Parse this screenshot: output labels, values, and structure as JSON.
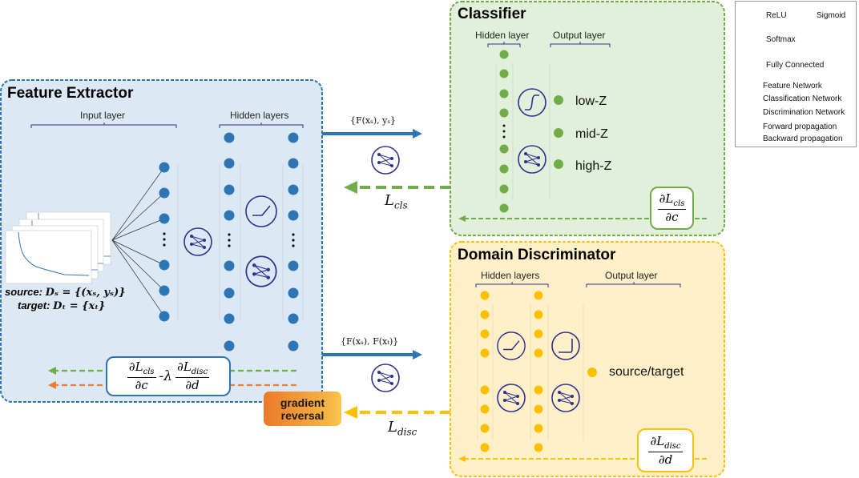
{
  "legend": {
    "items": [
      {
        "icon": "relu-icon",
        "label": "ReLU"
      },
      {
        "icon": "sigmoid-icon",
        "label": "Sigmoid"
      },
      {
        "icon": "softmax-icon",
        "label": "Softmax"
      },
      {
        "icon": "fully-connected-icon",
        "label": "Fully Connected"
      }
    ],
    "networks": [
      {
        "label": "Feature Network",
        "color": "#5b9bd5"
      },
      {
        "label": "Classification Network",
        "color": "#70ad47"
      },
      {
        "label": "Discrimination Network",
        "color": "#ffc000"
      }
    ],
    "arrows": [
      {
        "label": "Forward propagation",
        "style": "solid"
      },
      {
        "label": "Backward propagation",
        "style": "dashed"
      }
    ]
  },
  "colors": {
    "feature": "#2e75b6",
    "feature_bg": "#dde8f5",
    "classifier": "#70ad47",
    "classifier_bg": "#e2efda",
    "discriminator": "#ffc000",
    "discriminator_bg": "#fff0c8",
    "backward_orange": "#ed7d31",
    "icon": "#2f3190"
  },
  "feature_extractor": {
    "title": "Feature Extractor",
    "input_layer_label": "Input layer",
    "hidden_layers_label": "Hidden layers",
    "source_prefix": "source:",
    "source_expr": "Dₛ = {(xₛ, yₛ)}",
    "target_prefix": "target:",
    "target_expr": "Dₜ = {xₜ}",
    "gradient": {
      "num1": "∂L",
      "sub1": "cls",
      "den1": "∂c",
      "op": "-λ",
      "num2": "∂L",
      "sub2": "disc",
      "den2": "∂d"
    }
  },
  "classifier": {
    "title": "Classifier",
    "hidden_layer_label": "Hidden layer",
    "output_layer_label": "Output layer",
    "outputs": [
      "low-Z",
      "mid-Z",
      "high-Z"
    ],
    "gradient": {
      "num": "∂L",
      "sub": "cls",
      "den": "∂c"
    }
  },
  "discriminator": {
    "title": "Domain Discriminator",
    "hidden_layers_label": "Hidden layers",
    "output_layer_label": "Output layer",
    "output": "source/target",
    "gradient": {
      "num": "∂L",
      "sub": "disc",
      "den": "∂d"
    }
  },
  "connections": {
    "to_classifier": "{F(xₛ), yₛ}",
    "to_discriminator": "{F(xₛ), F(xₜ)}",
    "loss_cls": "L",
    "loss_cls_sub": "cls",
    "loss_disc": "L",
    "loss_disc_sub": "disc",
    "gradient_reversal": "gradient reversal"
  }
}
